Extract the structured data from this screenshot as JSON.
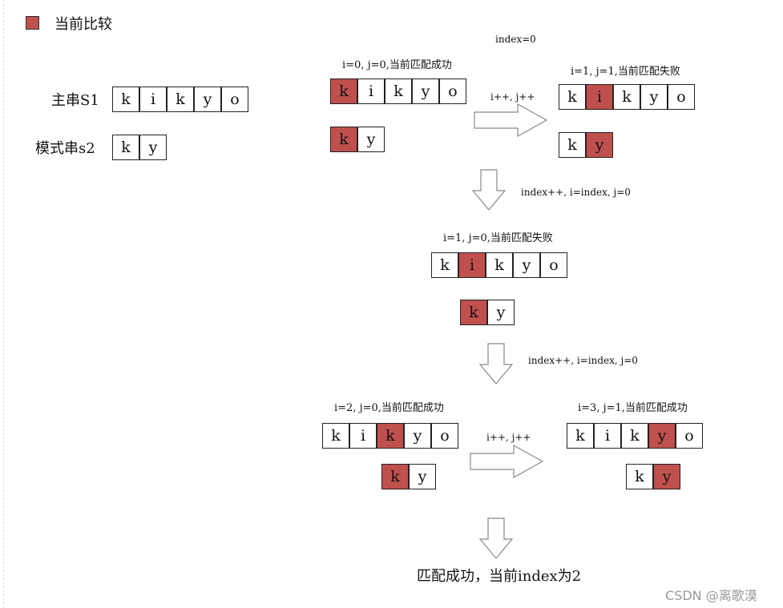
{
  "legend": {
    "label": "当前比较",
    "color": "#c0504d"
  },
  "left_labels": {
    "main_string": "主串S1",
    "pattern_string": "模式串s2"
  },
  "main_chars": [
    "k",
    "i",
    "k",
    "y",
    "o"
  ],
  "pattern_chars": [
    "k",
    "y"
  ],
  "steps": {
    "index0": "index=0",
    "s1": "i=0, j=0,当前匹配成功",
    "s2": "i=1, j=1,当前匹配失败",
    "s3": "i=1, j=0,当前匹配失败",
    "s4": "i=2, j=0,当前匹配成功",
    "s5": "i=3, j=1,当前匹配成功"
  },
  "transitions": {
    "t1": "i++, j++",
    "t2": "index++, i=index, j=0",
    "t3": "index++, i=index, j=0",
    "t4": "i++, j++"
  },
  "conclusion": "匹配成功，当前index为2",
  "watermark": "CSDN @离歌漠",
  "colors": {
    "highlight": "#c0504d",
    "border": "#222222",
    "arrow_stroke": "#888888"
  }
}
